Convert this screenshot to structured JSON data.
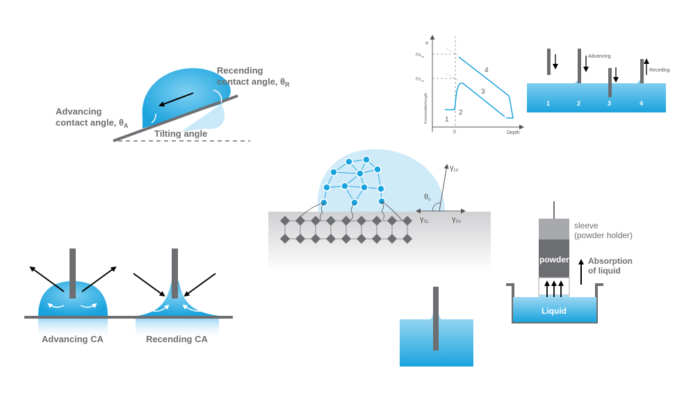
{
  "tilting": {
    "receding_line1": "Recending",
    "receding_line2": "contact angle, θ",
    "receding_sub": "R",
    "advancing_line1": "Advancing",
    "advancing_line2": "contact angle, θ",
    "advancing_sub": "A",
    "tilting_label": "Tilting angle"
  },
  "graph": {
    "y_top": "σ",
    "y_fl1": "F/L",
    "y_fl1_sub": "ar",
    "y_fl2": "F/L",
    "y_fl2_sub": "rd",
    "y_axis_label": "Force/wetted lenght",
    "x_zero": "0",
    "x_axis_label": "Depth",
    "curve_labels": [
      "1",
      "2",
      "3",
      "4"
    ]
  },
  "immersion": {
    "advancing": "Advancing",
    "receding": "Receding",
    "positions": [
      "1",
      "2",
      "3",
      "4"
    ]
  },
  "surface_energy": {
    "gamma_lv": "γ",
    "gamma_lv_sub": "LV",
    "theta": "θ",
    "theta_sub": "o",
    "gamma_sl": "γ",
    "gamma_sl_sub": "SL",
    "gamma_sv": "γ",
    "gamma_sv_sub": "SV"
  },
  "needle": {
    "advancing_label": "Advancing CA",
    "receding_label": "Recending CA"
  },
  "powder": {
    "sleeve_line1": "sleeve",
    "sleeve_line2": "(powder holder)",
    "powder_label": "powder",
    "absorption_line1": "Absorption",
    "absorption_line2": "of liquid",
    "liquid_label": "Liquid"
  },
  "colors": {
    "water_dark": "#1aa3dd",
    "water_light": "#c9e9f8",
    "gray": "#6d6e71",
    "arrow": "#000000"
  }
}
